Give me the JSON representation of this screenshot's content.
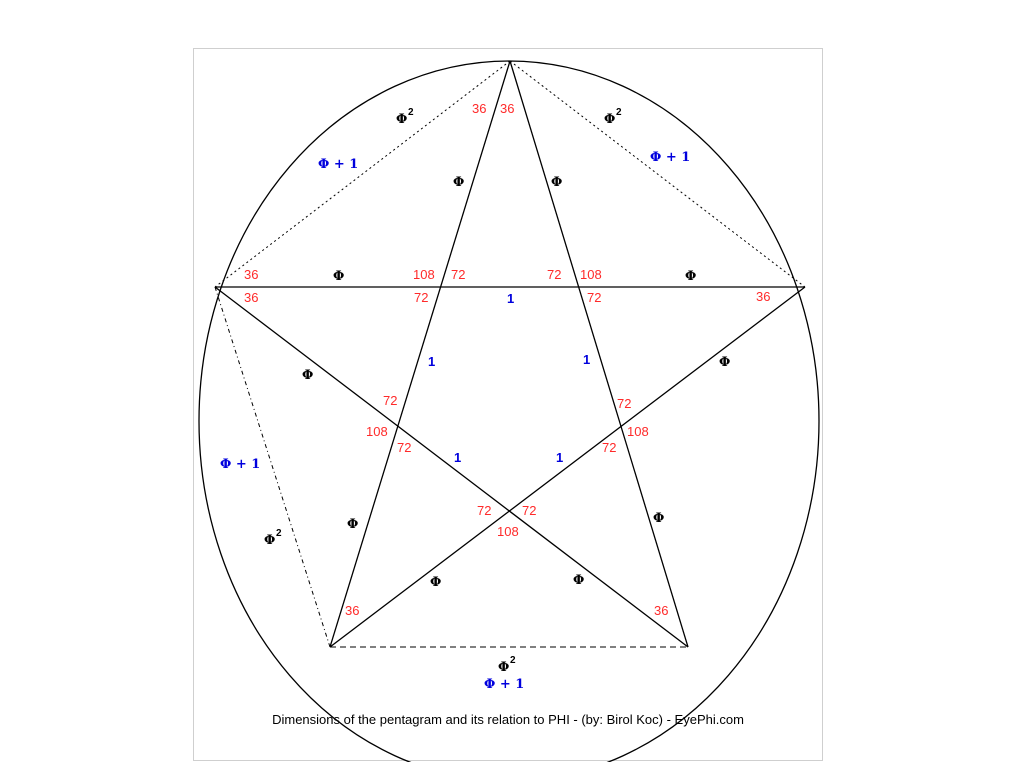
{
  "caption": "Dimensions of the pentagram and its relation to PHI - (by: Birol Koc) - EyePhi.com",
  "symbols": {
    "phi": "Φ",
    "phi_plus_one": "Φ + 1",
    "one": "1",
    "square_exp": "2"
  },
  "angles": {
    "a36": "36",
    "a72": "72",
    "a108": "108"
  },
  "colors": {
    "angle_label": "#ff2a2a",
    "phi_plus_one_label": "#0000dd",
    "unit_label": "#0000dd",
    "phi_label": "#000000",
    "lines": "#000000"
  }
}
